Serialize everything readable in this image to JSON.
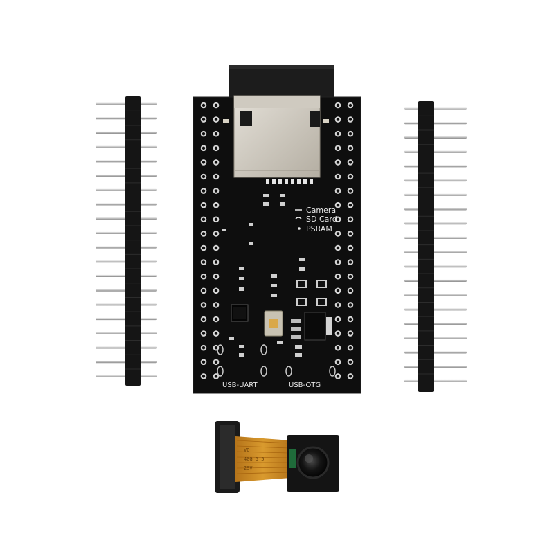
{
  "board": {
    "legend_lines": [
      "Camera",
      "SD Card",
      "PSRAM"
    ],
    "usb_uart_label": "USB-UART",
    "usb_otg_label": "USB-OTG"
  },
  "camera_module": {
    "flex_text_lines": [
      "VO",
      "40G 5 5",
      "2SV"
    ]
  },
  "header_strips": {
    "pin_count": 20,
    "count": 2
  },
  "colors": {
    "background": "#ffffff",
    "pcb": "#0e0e0e",
    "silkscreen": "#e8e8e8",
    "pin_metal": "#c8c8c8",
    "flex_cable": "#c9861e"
  }
}
